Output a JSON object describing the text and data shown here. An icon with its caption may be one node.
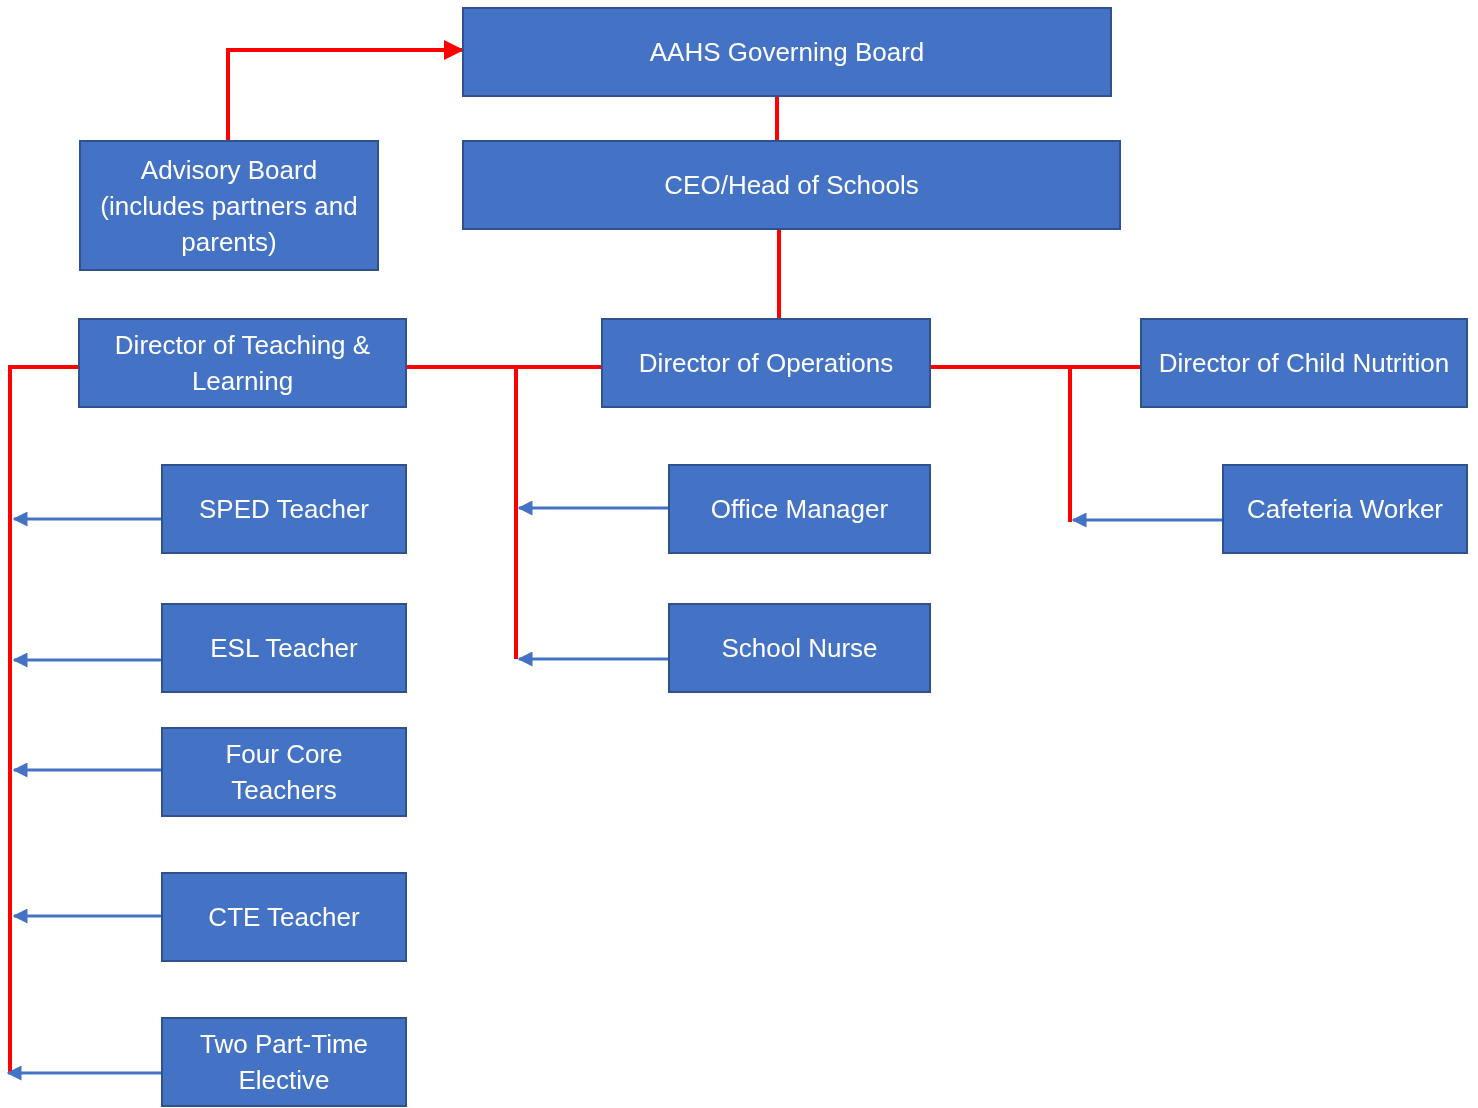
{
  "diagram": {
    "nodes": [
      {
        "text": [
          "AAHS Governing Board"
        ]
      },
      {
        "text": [
          "Advisory Board (includes partners and parents)"
        ]
      },
      {
        "text": [
          "CEO/Head of Schools"
        ]
      },
      {
        "text": [
          "Director of Teaching & Learning"
        ]
      },
      {
        "text": [
          "Director of Operations"
        ]
      },
      {
        "text": [
          "Director of Child Nutrition"
        ]
      },
      {
        "text": [
          "SPED Teacher"
        ]
      },
      {
        "text": [
          "Office Manager"
        ]
      },
      {
        "text": [
          "Cafeteria Worker"
        ]
      },
      {
        "text": [
          "ESL Teacher"
        ]
      },
      {
        "text": [
          "School Nurse"
        ]
      },
      {
        "text": [
          "Four Core Teachers"
        ]
      },
      {
        "text": [
          "CTE Teacher"
        ]
      },
      {
        "text": [
          "Two Part-Time Elective"
        ]
      }
    ],
    "edges": [
      {
        "from": 1,
        "to": 0,
        "arrow": "to",
        "color": "#ff0000"
      },
      {
        "from": 0,
        "to": 2,
        "arrow": "none",
        "color": "#ff0000"
      },
      {
        "from": 2,
        "to": 4,
        "arrow": "none",
        "color": "#ff0000"
      },
      {
        "from": 3,
        "to": 4,
        "arrow": "none",
        "color": "#ff0000"
      },
      {
        "from": 4,
        "to": 5,
        "arrow": "none",
        "color": "#ff0000"
      },
      {
        "from": 3,
        "to": null,
        "arrow": "none",
        "color": "#ff0000"
      },
      {
        "from": 4,
        "to": null,
        "arrow": "none",
        "color": "#ff0000"
      },
      {
        "from": 5,
        "to": null,
        "arrow": "none",
        "color": "#ff0000"
      },
      {
        "from": 6,
        "to": null,
        "arrow": "to",
        "color": "#4472c4"
      },
      {
        "from": 9,
        "to": null,
        "arrow": "to",
        "color": "#4472c4"
      },
      {
        "from": 11,
        "to": null,
        "arrow": "to",
        "color": "#4472c4"
      },
      {
        "from": 12,
        "to": null,
        "arrow": "to",
        "color": "#4472c4"
      },
      {
        "from": 13,
        "to": null,
        "arrow": "to",
        "color": "#4472c4"
      },
      {
        "from": 7,
        "to": null,
        "arrow": "to",
        "color": "#4472c4"
      },
      {
        "from": 10,
        "to": null,
        "arrow": "to",
        "color": "#4472c4"
      },
      {
        "from": 8,
        "to": null,
        "arrow": "to",
        "color": "#4472c4"
      }
    ]
  }
}
